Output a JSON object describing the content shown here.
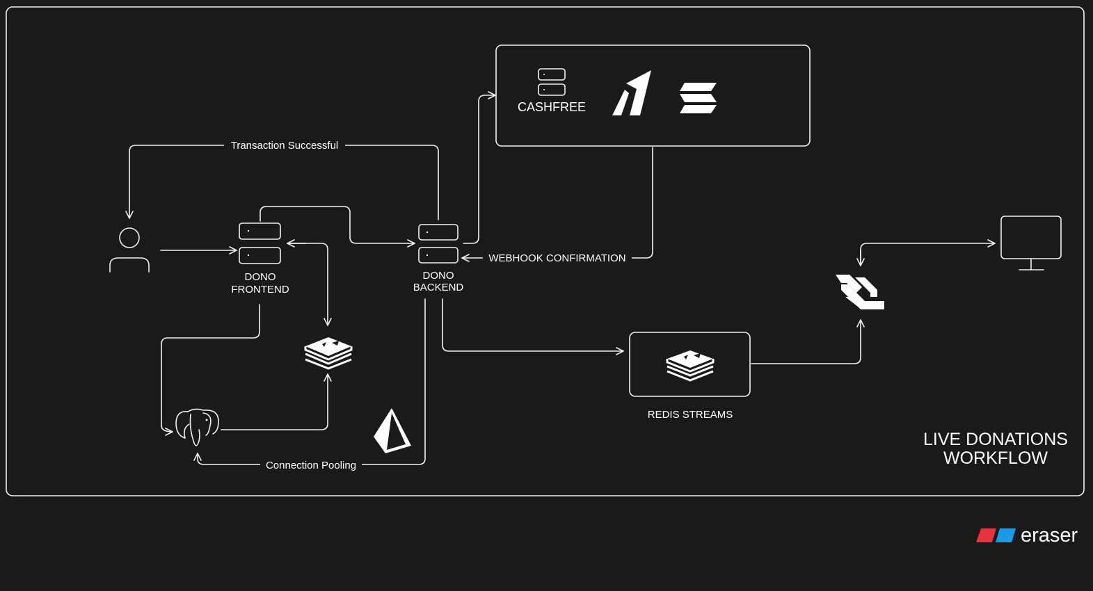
{
  "diagram": {
    "title_line1": "LIVE DONATIONS",
    "title_line2": "WORKFLOW",
    "nodes": {
      "frontend": {
        "line1": "DONO",
        "line2": "FRONTEND",
        "icon": "server-icon"
      },
      "backend": {
        "line1": "DONO",
        "line2": "BACKEND",
        "icon": "server-icon"
      },
      "cashfree": {
        "label": "CASHFREE",
        "icon": "server-icon"
      },
      "redis_streams": {
        "label": "REDIS STREAMS",
        "icon": "redis-icon"
      },
      "user": {
        "icon": "user-icon"
      },
      "monitor": {
        "icon": "monitor-icon"
      },
      "websocket": {
        "icon": "websocket-icon"
      },
      "postgres": {
        "icon": "postgres-icon"
      },
      "redis_cache": {
        "icon": "redis-icon"
      },
      "prisma": {
        "icon": "prisma-icon"
      },
      "razorpay": {
        "icon": "razorpay-icon"
      },
      "solana": {
        "icon": "solana-icon"
      }
    },
    "edges": {
      "transaction_successful": "Transaction Successful",
      "webhook_confirmation": "WEBHOOK CONFIRMATION",
      "connection_pooling": "Connection Pooling"
    }
  },
  "branding": {
    "logo_text": "eraser",
    "colors": {
      "red": "#e8323c",
      "blue": "#1a9be6"
    }
  },
  "colors": {
    "background": "#1a1a1a",
    "stroke": "#f2f2f2"
  }
}
